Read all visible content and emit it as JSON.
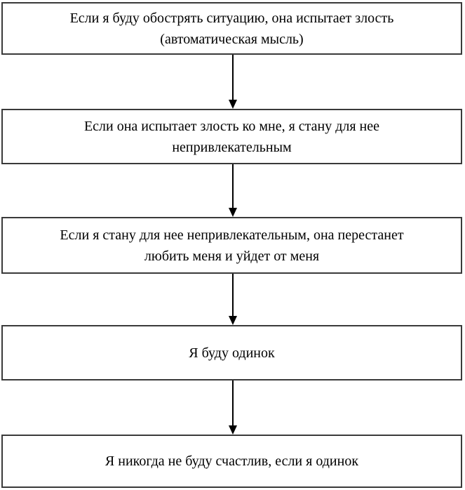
{
  "diagram": {
    "type": "flowchart-vertical",
    "connector_icon": "arrow-down-icon",
    "colors": {
      "background": "#ffffff",
      "box_border": "#3a3a3a",
      "text": "#000000",
      "arrow": "#000000"
    },
    "boxes": [
      {
        "lines": [
          "Если я буду обострять ситуацию, она испытает злость",
          "(автоматическая мысль)"
        ]
      },
      {
        "lines": [
          "Если она испытает злость ко мне, я стану для нее",
          "непривлекательным"
        ]
      },
      {
        "lines": [
          "Если я стану для нее непривлекательным, она перестанет",
          "любить меня и уйдет от меня"
        ]
      },
      {
        "lines": [
          "Я буду одинок"
        ]
      },
      {
        "lines": [
          "Я никогда не буду счастлив, если я одинок"
        ]
      }
    ]
  }
}
